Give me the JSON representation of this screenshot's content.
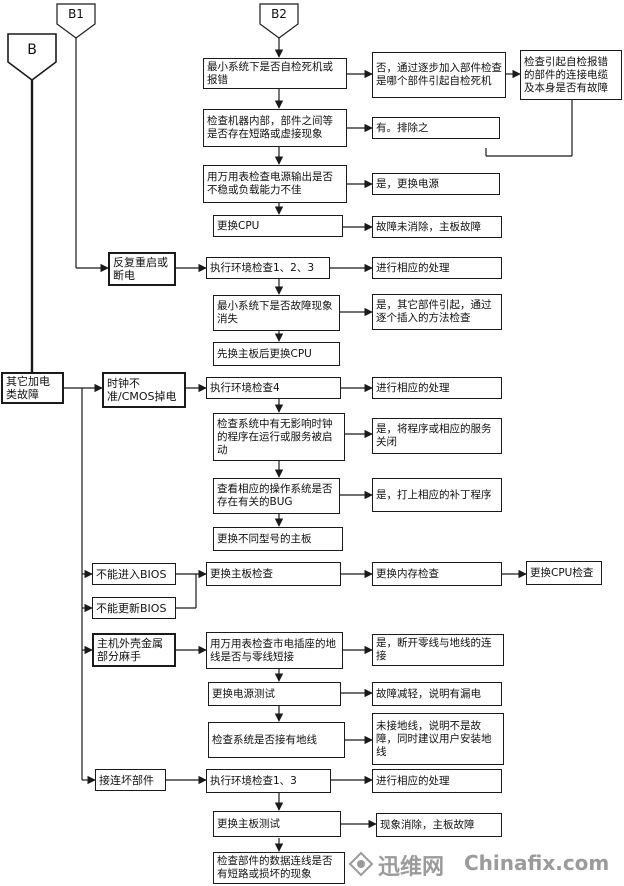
{
  "markers": {
    "b": "B",
    "b1": "B1",
    "b2": "B2"
  },
  "nodes": {
    "min_sys_crash": "最小系统下是否自检死机或报错",
    "add_parts_step": "否，通过逐步加入部件检查是哪个部件引起自检死机",
    "check_cables": "检查引起自检报错的部件的连接电缆及本身是否有故障",
    "check_short": "检查机器内部，部件之间等是否存在短路或虚接现象",
    "yes_remove": "有。排除之",
    "psu_output": "用万用表检查电源输出是否不稳或负载能力不佳",
    "yes_replace_psu": "是，更换电源",
    "replace_cpu": "更换CPU",
    "fault_board": "故障未消除，主板故障",
    "restart": "反复重启或断电",
    "env_123": "执行环境检查1、2、3",
    "process_1": "进行相应的处理",
    "min_sys_gone": "最小系统下是否故障现象消失",
    "yes_other_parts": "是，其它部件引起，通过逐个插入的方法检查",
    "replace_board_cpu": "先换主板后更换CPU",
    "other_power": "其它加电类故障",
    "clock_cmos": "时钟不准/CMOS掉电",
    "env_4": "执行环境检查4",
    "process_2": "进行相应的处理",
    "check_clock_prog": "检查系统中有无影响时钟的程序在运行或服务被启动",
    "yes_close_prog": "是，将程序或相应的服务关闭",
    "check_os_bug": "查看相应的操作系统是否存在有关的BUG",
    "yes_patch": "是，打上相应的补丁程序",
    "replace_diff_board": "更换不同型号的主板",
    "no_bios": "不能进入BIOS",
    "no_update_bios": "不能更新BIOS",
    "replace_board": "更换主板检查",
    "replace_mem": "更换内存检查",
    "replace_cpu_check": "更换CPU检查",
    "case_numb": "主机外壳金属部分麻手",
    "check_ground": "用万用表检查市电插座的地线是否与零线短接",
    "yes_disconnect": "是，断开零线与地线的连接",
    "psu_test": "更换电源测试",
    "leak": "故障减轻，说明有漏电",
    "check_ground_wire": "检查系统是否接有地线",
    "no_ground": "未接地线，说明不是故障，同时建议用户安装地线",
    "bad_part": "接连坏部件",
    "env_13": "执行环境检查1、3",
    "process_3": "进行相应的处理",
    "board_test": "更换主板测试",
    "fault_gone": "现象消除，主板故障",
    "check_data_cable": "检查部件的数据连线是否有短路或损坏的现象"
  },
  "watermark": {
    "brand_cn": "迅维网",
    "brand_en": "Chinafix.com"
  },
  "colors": {
    "line": "#1a1a1a",
    "watermark": "#9b9b9b"
  }
}
